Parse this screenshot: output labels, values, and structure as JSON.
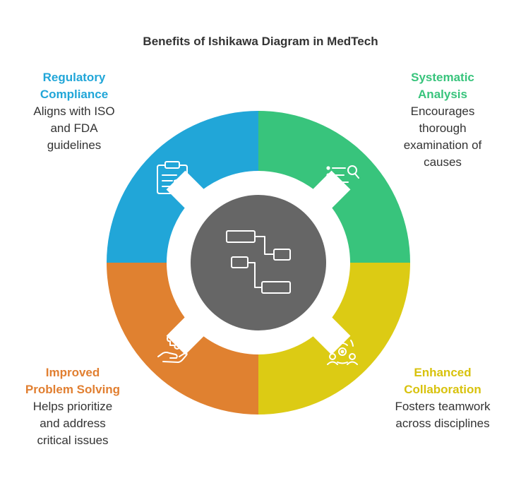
{
  "title": "Benefits of Ishikawa Diagram in MedTech",
  "colors": {
    "blue": "#21a6d8",
    "green": "#38c47c",
    "yellow": "#dccb14",
    "orange": "#e08130",
    "center": "#666666"
  },
  "segments": [
    {
      "heading_lines": [
        "Regulatory",
        "Compliance"
      ],
      "body_lines": [
        "Aligns with ISO",
        "and FDA",
        "guidelines"
      ],
      "icon": "clipboard-shield-icon"
    },
    {
      "heading_lines": [
        "Systematic",
        "Analysis"
      ],
      "body_lines": [
        "Encourages",
        "thorough",
        "examination of",
        "causes"
      ],
      "icon": "list-search-icon"
    },
    {
      "heading_lines": [
        "Enhanced",
        "Collaboration"
      ],
      "body_lines": [
        "Fosters teamwork",
        "across disciplines"
      ],
      "icon": "team-gear-icon"
    },
    {
      "heading_lines": [
        "Improved",
        "Problem Solving"
      ],
      "body_lines": [
        "Helps prioritize",
        "and address",
        "critical issues"
      ],
      "icon": "hand-puzzle-icon"
    }
  ],
  "center_icon": "flowchart-icon"
}
